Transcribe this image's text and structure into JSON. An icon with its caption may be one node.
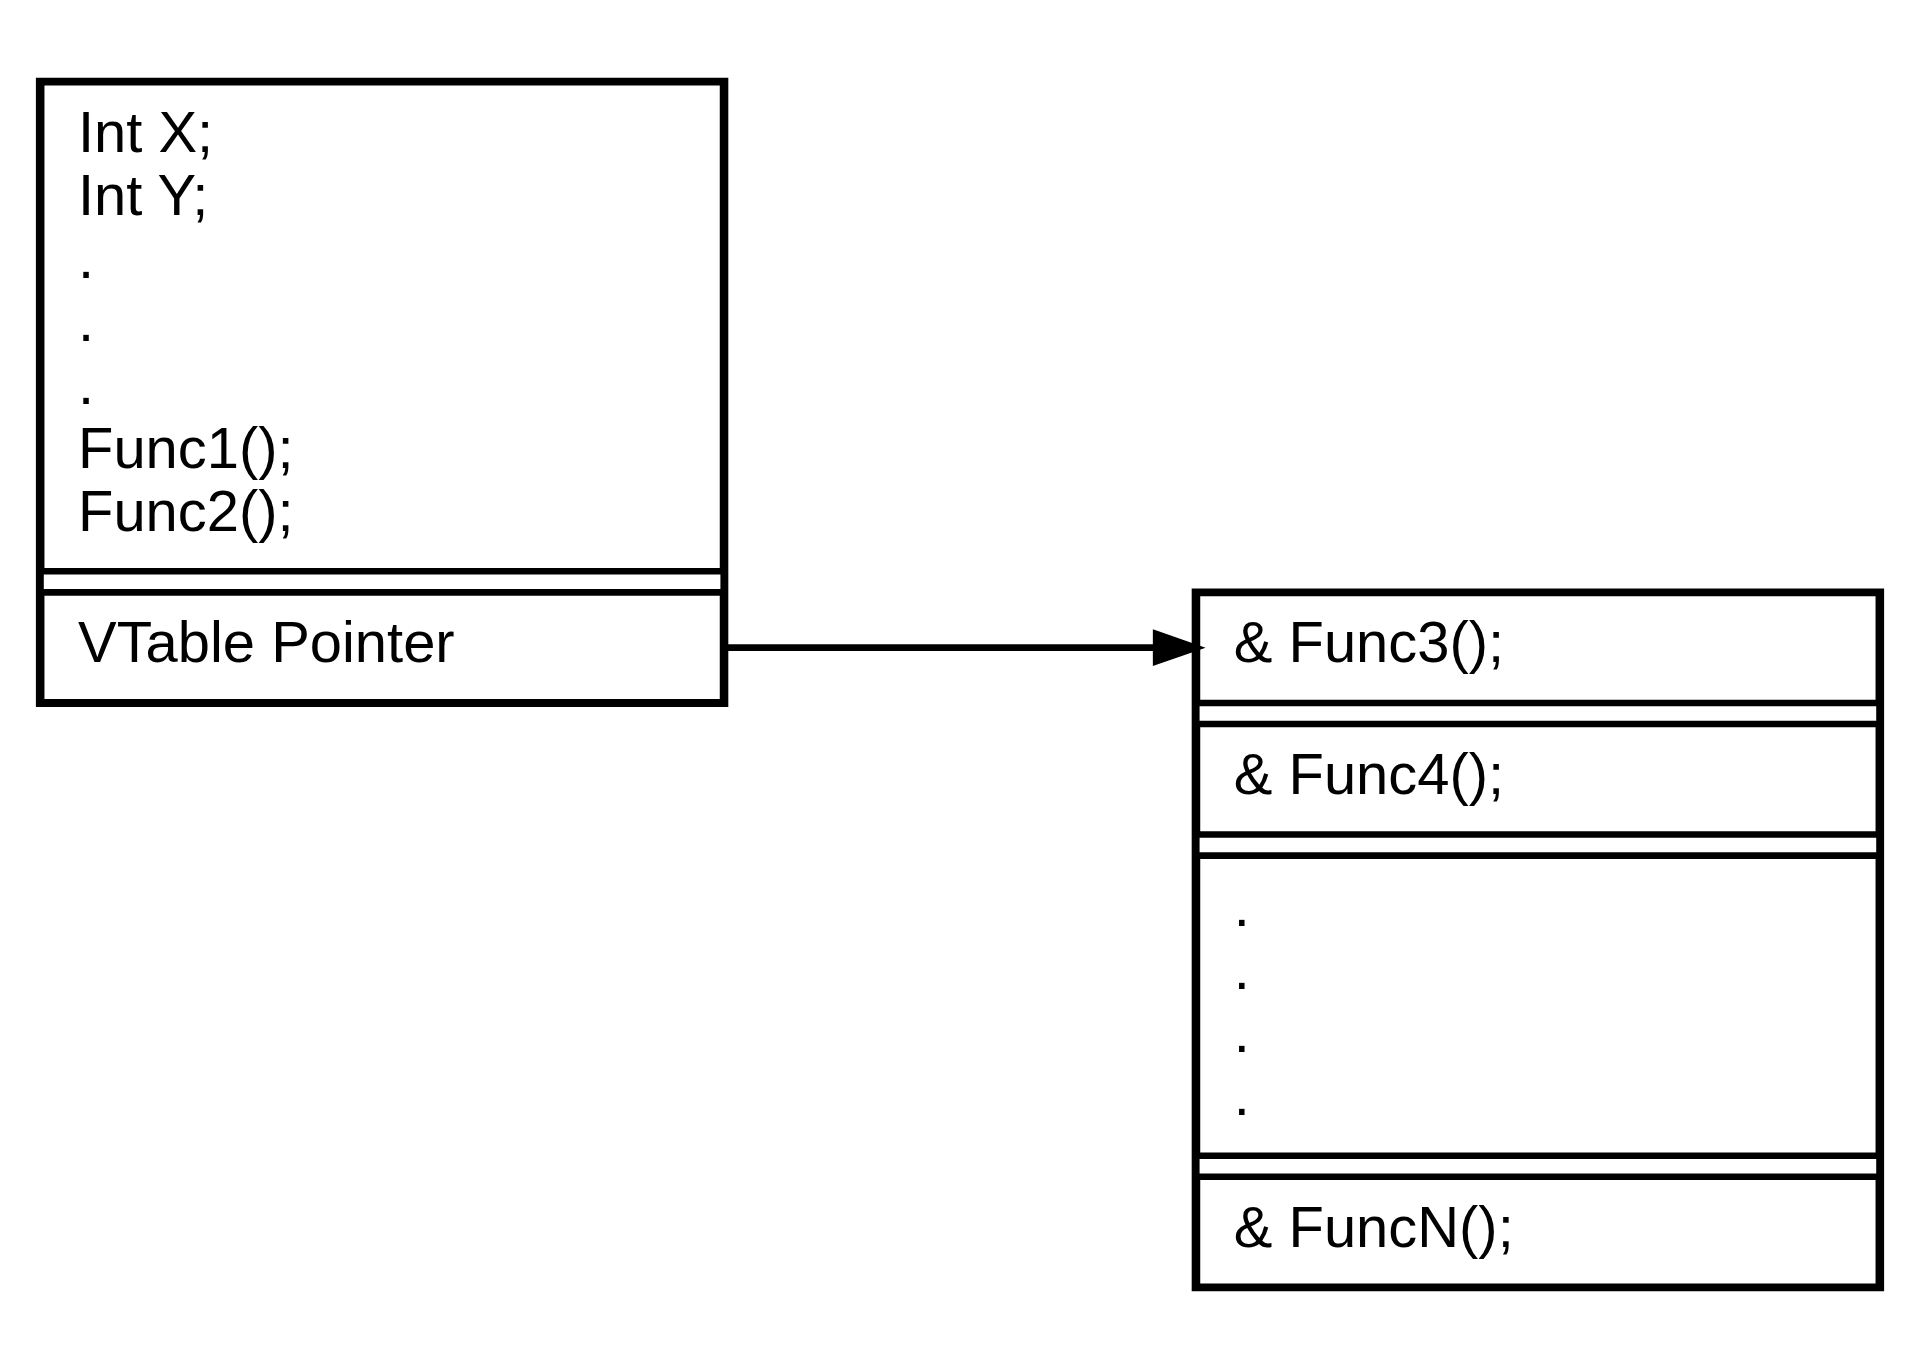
{
  "diagram": {
    "nodes": [
      {
        "text": [],
        "shape": "box"
      },
      {
        "text": [
          "Int X;",
          "Int Y;",
          ".",
          ".",
          ".",
          "Func1();",
          "Func2();"
        ],
        "in": 0
      },
      {
        "text": [
          "VTable Pointer"
        ],
        "in": 0
      },
      {
        "text": [],
        "shape": "box"
      },
      {
        "text": [
          "& Func3();"
        ],
        "in": 3
      },
      {
        "text": [
          "& Func4();"
        ],
        "in": 3
      },
      {
        "text": [
          ".",
          ".",
          ".",
          "."
        ],
        "in": 3
      },
      {
        "text": [
          "& FuncN();"
        ],
        "in": 3
      }
    ],
    "edges": [
      {
        "from": 2,
        "to": 3,
        "arrow": "to"
      }
    ]
  }
}
